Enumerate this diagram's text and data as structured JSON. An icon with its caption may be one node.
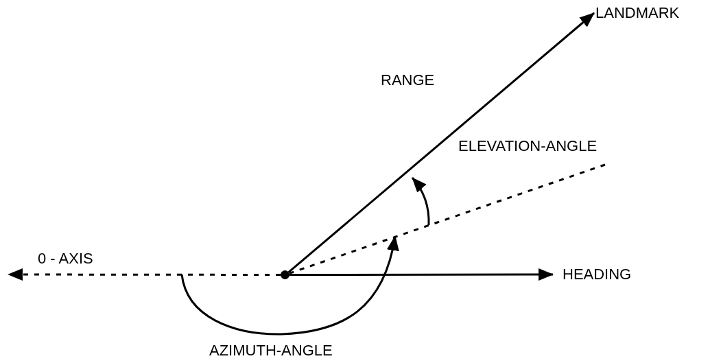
{
  "diagram": {
    "nodes": [
      {
        "text": [],
        "shape": "circle"
      },
      {
        "text": [
          "LANDMARK"
        ]
      },
      {
        "text": [
          "HEADING"
        ]
      }
    ],
    "edges": [
      {
        "from": 0,
        "to": 1,
        "arrow": "to"
      },
      {
        "from": 0,
        "to": 2,
        "arrow": "to"
      },
      {
        "from": 0,
        "to": null,
        "arrow": "to",
        "style": "dashed"
      },
      {
        "from": 0,
        "to": null,
        "arrow": "none",
        "style": "dashed"
      }
    ],
    "labels": [
      "RANGE",
      "ELEVATION-ANGLE",
      "0 - AXIS",
      "AZIMUTH-ANGLE"
    ]
  }
}
